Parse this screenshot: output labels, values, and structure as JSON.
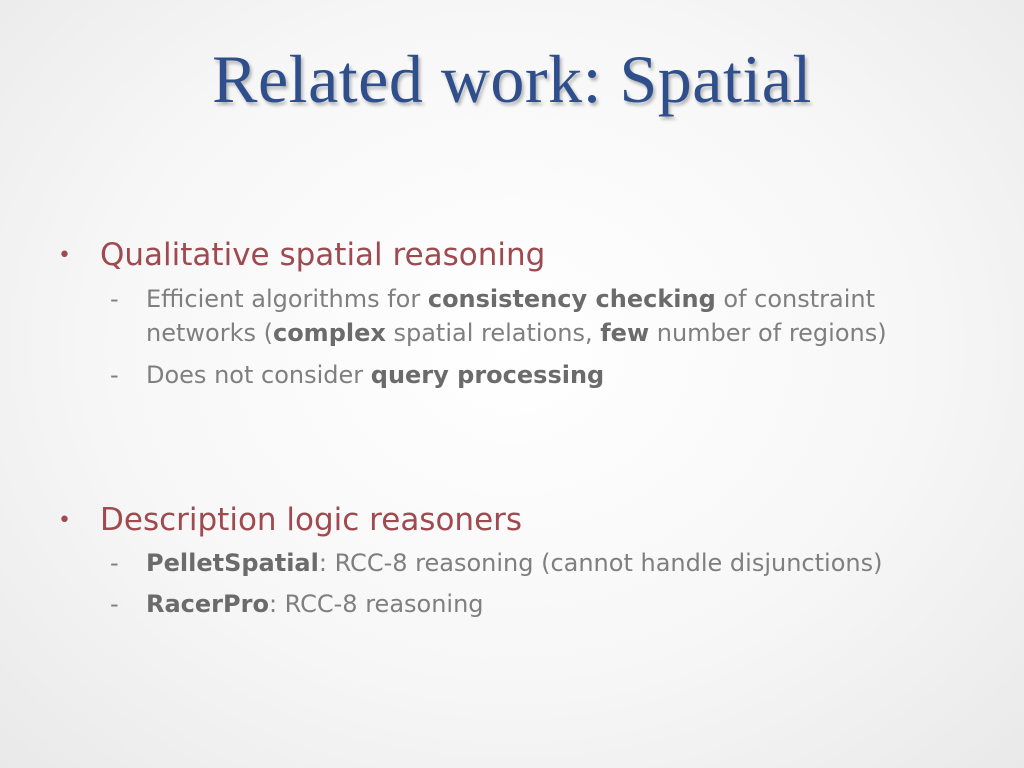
{
  "title": "Related work: Spatial",
  "bullet_glyph": "•",
  "dash_glyph": "-",
  "sections": [
    {
      "heading": "Qualitative spatial reasoning",
      "items": [
        {
          "p1": "Efficient algorithms for ",
          "b1": "consistency checking",
          "p2": " of constraint networks (",
          "b2": "complex",
          "p3": " spatial relations, ",
          "b3": "few",
          "p4": " number of regions)"
        },
        {
          "p1": "Does not consider ",
          "b1": "query processing"
        }
      ]
    },
    {
      "heading": "Description logic reasoners",
      "items": [
        {
          "b1": "PelletSpatial",
          "p1": ": RCC-8 reasoning (cannot handle disjunctions)"
        },
        {
          "b1": "RacerPro",
          "p1": ": RCC-8 reasoning"
        }
      ]
    }
  ]
}
